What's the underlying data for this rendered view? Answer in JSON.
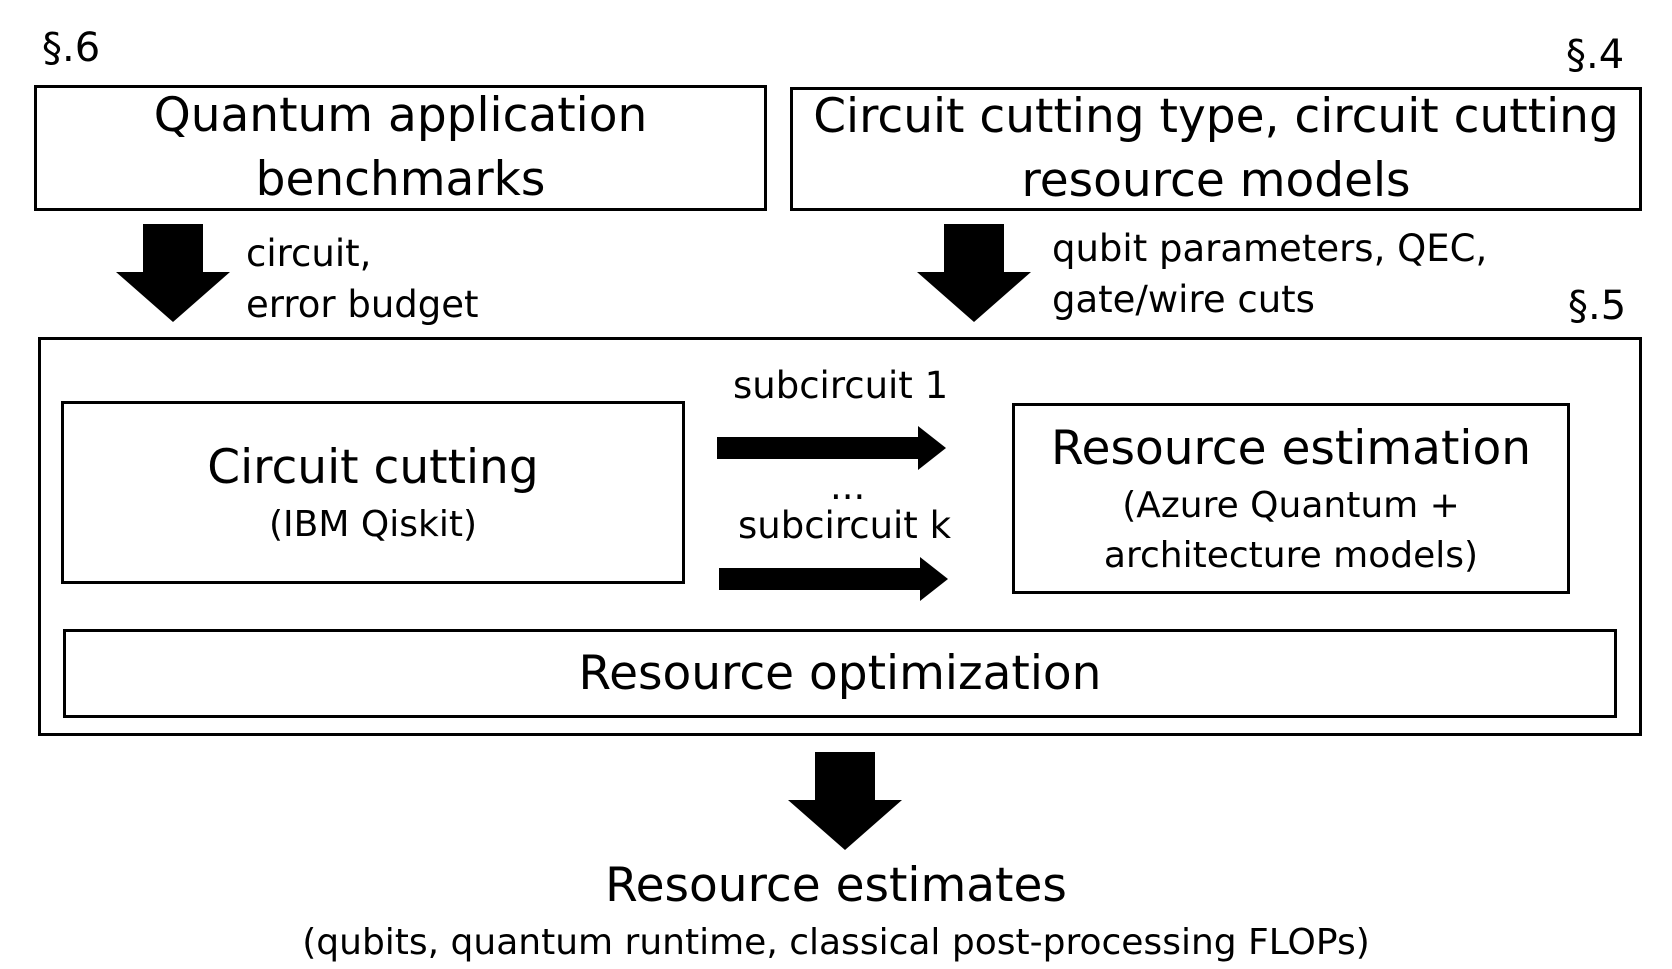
{
  "sections": {
    "top_left": "§.6",
    "top_right": "§.4",
    "framework": "§.5"
  },
  "inputs": {
    "benchmarks": "Quantum application benchmarks",
    "cutting_models": "Circuit cutting type, circuit cutting resource models"
  },
  "edge_labels": {
    "left_line1": "circuit,",
    "left_line2": "error budget",
    "right_line1": "qubit parameters, QEC,",
    "right_line2": "gate/wire cuts"
  },
  "framework": {
    "cutting_title": "Circuit cutting",
    "cutting_sub": "(IBM Qiskit)",
    "subcircuit_first": "subcircuit 1",
    "subcircuit_ellipsis": "...",
    "subcircuit_last": "subcircuit k",
    "estimation_title": "Resource estimation",
    "estimation_sub_line1": "(Azure Quantum +",
    "estimation_sub_line2": "architecture models)",
    "optimization": "Resource optimization"
  },
  "output": {
    "title": "Resource estimates",
    "subtitle": "(qubits, quantum runtime, classical post-processing FLOPs)"
  }
}
